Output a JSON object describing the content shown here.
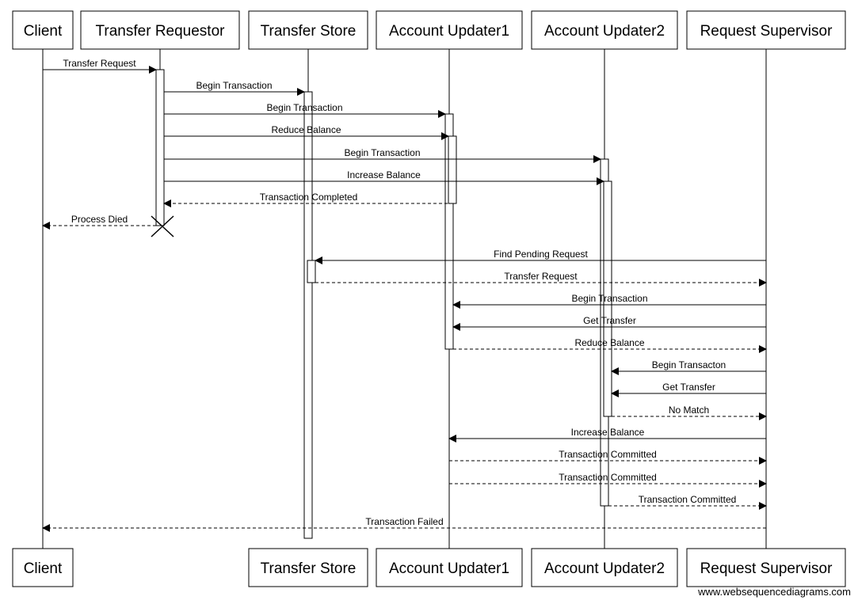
{
  "actors": [
    {
      "id": "client",
      "label": "Client"
    },
    {
      "id": "requestor",
      "label": "Transfer Requestor"
    },
    {
      "id": "store",
      "label": "Transfer Store"
    },
    {
      "id": "upd1",
      "label": "Account Updater1"
    },
    {
      "id": "upd2",
      "label": "Account Updater2"
    },
    {
      "id": "supervisor",
      "label": "Request Supervisor"
    }
  ],
  "bottom_actors": [
    "client",
    "store",
    "upd1",
    "upd2",
    "supervisor"
  ],
  "messages": [
    {
      "from": "client",
      "to": "requestor",
      "label": "Transfer Request",
      "style": "solid"
    },
    {
      "from": "requestor",
      "to": "store",
      "label": "Begin Transaction",
      "style": "solid"
    },
    {
      "from": "requestor",
      "to": "upd1",
      "label": "Begin Transaction",
      "style": "solid"
    },
    {
      "from": "requestor",
      "to": "upd1",
      "label": "Reduce Balance",
      "style": "solid"
    },
    {
      "from": "requestor",
      "to": "upd2",
      "label": "Begin Transaction",
      "style": "solid"
    },
    {
      "from": "requestor",
      "to": "upd2",
      "label": "Increase Balance",
      "style": "solid"
    },
    {
      "from": "upd1",
      "to": "requestor",
      "label": "Transaction Completed",
      "style": "dashed"
    },
    {
      "from": "requestor",
      "to": "client",
      "label": "Process Died",
      "style": "dashed"
    },
    {
      "from": "supervisor",
      "to": "store",
      "label": "Find Pending Request",
      "style": "solid"
    },
    {
      "from": "store",
      "to": "supervisor",
      "label": "Transfer Request",
      "style": "dashed"
    },
    {
      "from": "supervisor",
      "to": "upd1",
      "label": "Begin Transaction",
      "style": "solid"
    },
    {
      "from": "supervisor",
      "to": "upd1",
      "label": "Get Transfer",
      "style": "solid"
    },
    {
      "from": "upd1",
      "to": "supervisor",
      "label": "Reduce Balance",
      "style": "dashed"
    },
    {
      "from": "supervisor",
      "to": "upd2",
      "label": "Begin Transacton",
      "style": "solid"
    },
    {
      "from": "supervisor",
      "to": "upd2",
      "label": "Get Transfer",
      "style": "solid"
    },
    {
      "from": "upd2",
      "to": "supervisor",
      "label": "No Match",
      "style": "dashed"
    },
    {
      "from": "supervisor",
      "to": "upd1",
      "label": "Increase Balance",
      "style": "solid"
    },
    {
      "from": "upd1",
      "to": "supervisor",
      "label": "Transaction Committed",
      "style": "dashed"
    },
    {
      "from": "upd1",
      "to": "supervisor",
      "label": "Transaction Committed",
      "style": "dashed"
    },
    {
      "from": "upd2",
      "to": "supervisor",
      "label": "Transaction Committed",
      "style": "dashed"
    },
    {
      "from": "supervisor",
      "to": "client",
      "label": "Transaction Failed",
      "style": "dashed"
    }
  ],
  "terminated_actor": "requestor",
  "watermark": "www.websequencediagrams.com"
}
